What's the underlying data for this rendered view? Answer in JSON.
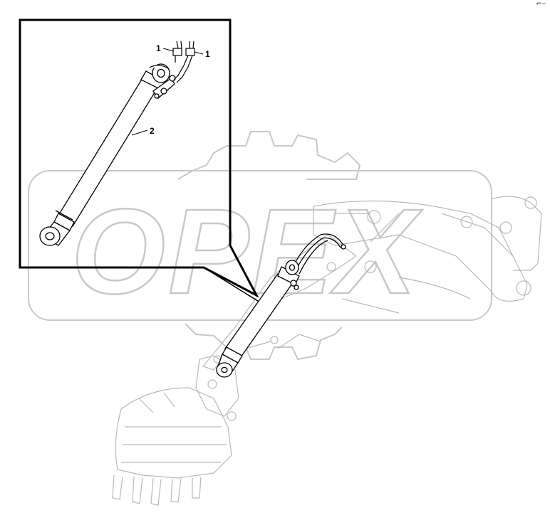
{
  "watermark": {
    "text": "OPEX",
    "color": "#c8c8c8"
  },
  "callouts": [
    {
      "id": "hose-fitting-left",
      "label": "1"
    },
    {
      "id": "hose-fitting-right",
      "label": "1"
    },
    {
      "id": "cylinder",
      "label": "2"
    }
  ],
  "corner_mark": "⌐–",
  "colors": {
    "line": "#000000",
    "ghost": "#b9b9b9",
    "background": "#ffffff"
  }
}
